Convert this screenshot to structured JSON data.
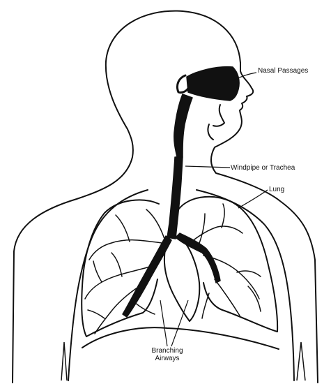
{
  "labels": {
    "nasal_passages": "Nasal Passages",
    "windpipe": "Windpipe or Trachea",
    "lung": "Lung",
    "branching_line1": "Branching",
    "branching_line2": "Airways"
  },
  "colors": {
    "ink": "#111111",
    "background": "#ffffff"
  }
}
